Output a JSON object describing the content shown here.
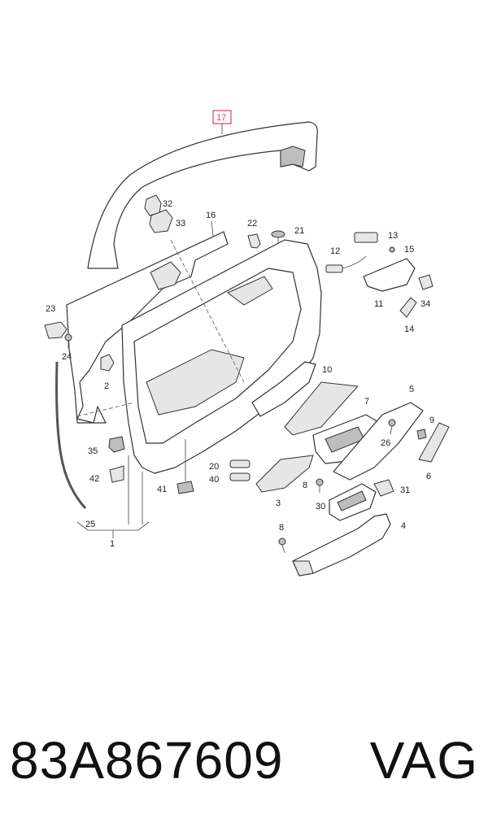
{
  "diagram": {
    "labels": {
      "l1": "1",
      "l2": "2",
      "l3": "3",
      "l4": "4",
      "l5": "5",
      "l6": "6",
      "l7": "7",
      "l8a": "8",
      "l8b": "8",
      "l9": "9",
      "l10": "10",
      "l11": "11",
      "l12": "12",
      "l13": "13",
      "l14": "14",
      "l15": "15",
      "l16": "16",
      "l17": "17",
      "l20": "20",
      "l21": "21",
      "l22": "22",
      "l23": "23",
      "l24": "24",
      "l25": "25",
      "l26": "26",
      "l30": "30",
      "l31": "31",
      "l32": "32",
      "l33": "33",
      "l34": "34",
      "l35": "35",
      "l40": "40",
      "l41": "41",
      "l42": "42"
    },
    "highlight_color": "#e0405a"
  },
  "footer": {
    "part_number": "83A867609",
    "brand": "VAG"
  }
}
